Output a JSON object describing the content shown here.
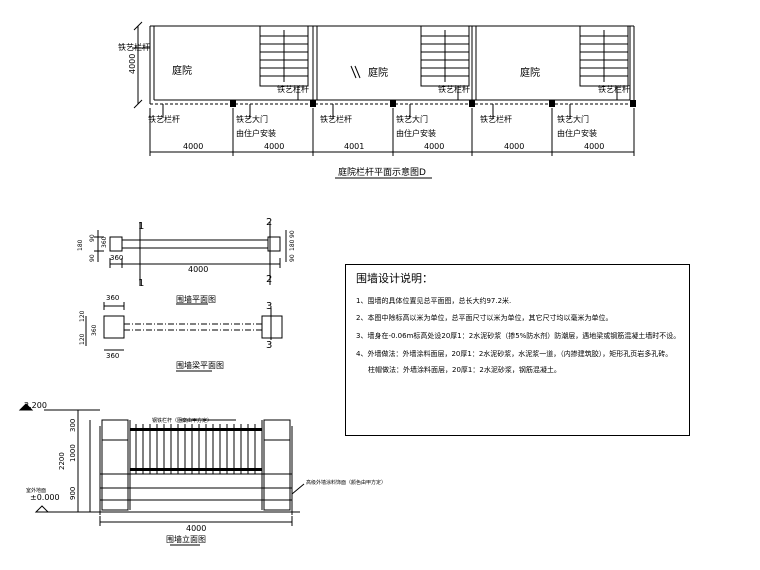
{
  "plan": {
    "rail_label": "铁艺栏杆",
    "yard_label": "庭院",
    "gate_label": "铁艺大门",
    "install_label": "由住户安装",
    "depth_dim": "4000",
    "dims": [
      "4000",
      "4000",
      "4001",
      "4000",
      "4000",
      "4000"
    ],
    "title": "庭院栏杆平面示意图D"
  },
  "wall_plan": {
    "title": "围墙平面图",
    "length": "4000",
    "left_dims": [
      "90",
      "180",
      "90",
      "360"
    ],
    "right_dims": [
      "90",
      "180",
      "90"
    ],
    "pier_dim": "360",
    "markers": [
      "1",
      "1",
      "2",
      "2"
    ]
  },
  "beam_plan": {
    "title": "围墙梁平面图",
    "top_dim": "360",
    "left_dims": [
      "120",
      "120",
      "360"
    ],
    "bottom_dim": "360",
    "markers": [
      "3",
      "3"
    ]
  },
  "elevation": {
    "title": "围墙立面图",
    "level_top": "2.200",
    "ground_label": "室外地面",
    "level_zero": "±0.000",
    "vdims": [
      "300",
      "1000",
      "2200",
      "900"
    ],
    "length": "4000",
    "note_rail": "钢铁栏杆（图案由甲方定）",
    "note_paint": "高级外墙涂料饰面（颜色由甲方定）"
  },
  "notes": {
    "title": "围墙设计说明：",
    "lines": [
      "1、围墙的具体位置见总平面图，总长大约97.2米.",
      "2、本图中除标高以米为单位，总平面尺寸以米为单位，其它尺寸均以毫米为单位。",
      "3、墙身在-0.06m标高处设20厚1：2水泥砂浆（掺5%防水剂）防潮层，遇地梁或钢筋混凝土墙时不设。",
      "4、外墙做法：外墙涂料面层，20厚1：2水泥砂浆，水泥浆一道，（内掺建筑胶），矩形孔页岩多孔砖。",
      "柱帽做法：外墙涂料面层，20厚1：2水泥砂浆，钢筋混凝土。"
    ]
  },
  "colors": {
    "line": "#000000",
    "background": "#ffffff"
  }
}
